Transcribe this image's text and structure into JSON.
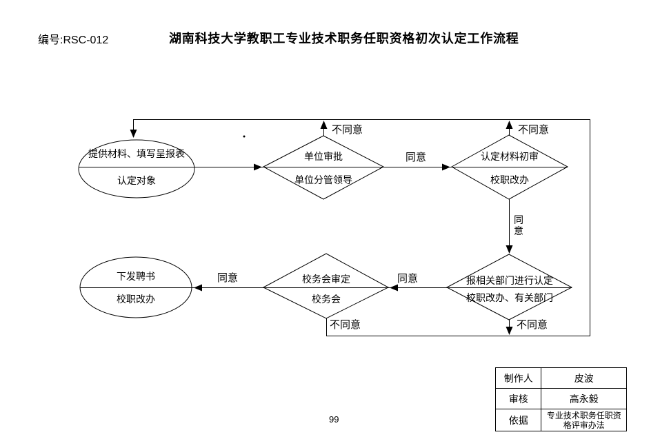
{
  "header": {
    "doc_number": "编号:RSC-012",
    "title": "湖南科技大学教职工专业技术职务任职资格初次认定工作流程"
  },
  "flow": {
    "start_top": "提供材料、填写呈报表",
    "start_bottom": "认定对象",
    "unit_top": "单位审批",
    "unit_bottom": "单位分管领导",
    "review_top": "认定材料初审",
    "review_bottom": "校职改办",
    "depts_top": "报相关部门进行认定",
    "depts_bottom": "校职改办、有关部门",
    "council_top": "校务会审定",
    "council_bottom": "校务会",
    "issue_top": "下发聘书",
    "issue_bottom": "校职改办",
    "agree": "同意",
    "disagree": "不同意"
  },
  "info_table": {
    "rows": [
      {
        "label": "制作人",
        "value": "皮波"
      },
      {
        "label": "审核",
        "value": "高永毅"
      },
      {
        "label": "依据",
        "value": "专业技术职务任职资格评审办法"
      }
    ]
  },
  "footer": {
    "page_number": "99"
  }
}
